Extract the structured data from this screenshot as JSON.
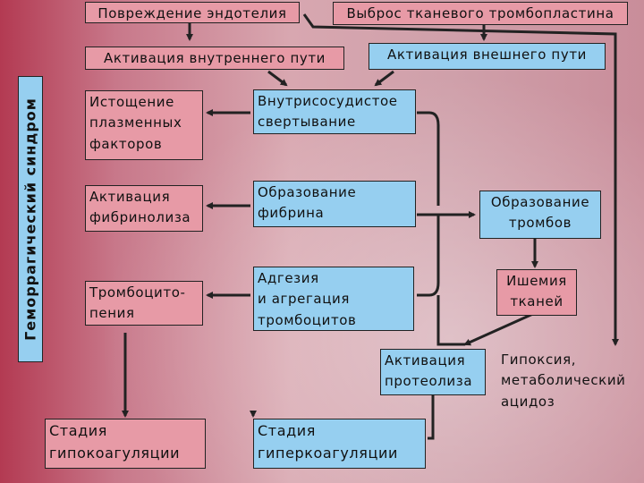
{
  "diagram": {
    "side_label": "Геморрагический синдром",
    "nodes": {
      "endothelium_damage": "Повреждение эндотелия",
      "tissue_thromboplastin": "Выброс тканевого тромбопластина",
      "intrinsic_activation": "Активация внутреннего пути",
      "extrinsic_activation": "Активация внешнего пути",
      "plasma_factor_depletion": "Истощение\nплазменных\nфакторов",
      "intravascular_coagulation": "Внутрисосудистое\nсвертывание",
      "fibrinolysis_activation": "Активация\nфибринолиза",
      "fibrin_formation": "Образование\nфибрина",
      "thrombus_formation": "Образование\nтромбов",
      "thrombocytopenia": "Тромбоцито-\nпения",
      "platelet_adhesion": "Адгезия\nи агрегация\nтромбоцитов",
      "tissue_ischemia": "Ишемия\nтканей",
      "proteolysis_activation": "Активация\nпротеолиза",
      "hypoxia_acidosis": "Гипоксия,\nметаболический\nацидоз",
      "hypocoagulation_stage": "Стадия\nгипокоагуляции",
      "hypercoagulation_stage": "Стадия\nгиперкоагуляции"
    }
  },
  "colors": {
    "box_pink": "#e79aa6",
    "box_blue": "#96cff0",
    "arrow": "#222222"
  }
}
